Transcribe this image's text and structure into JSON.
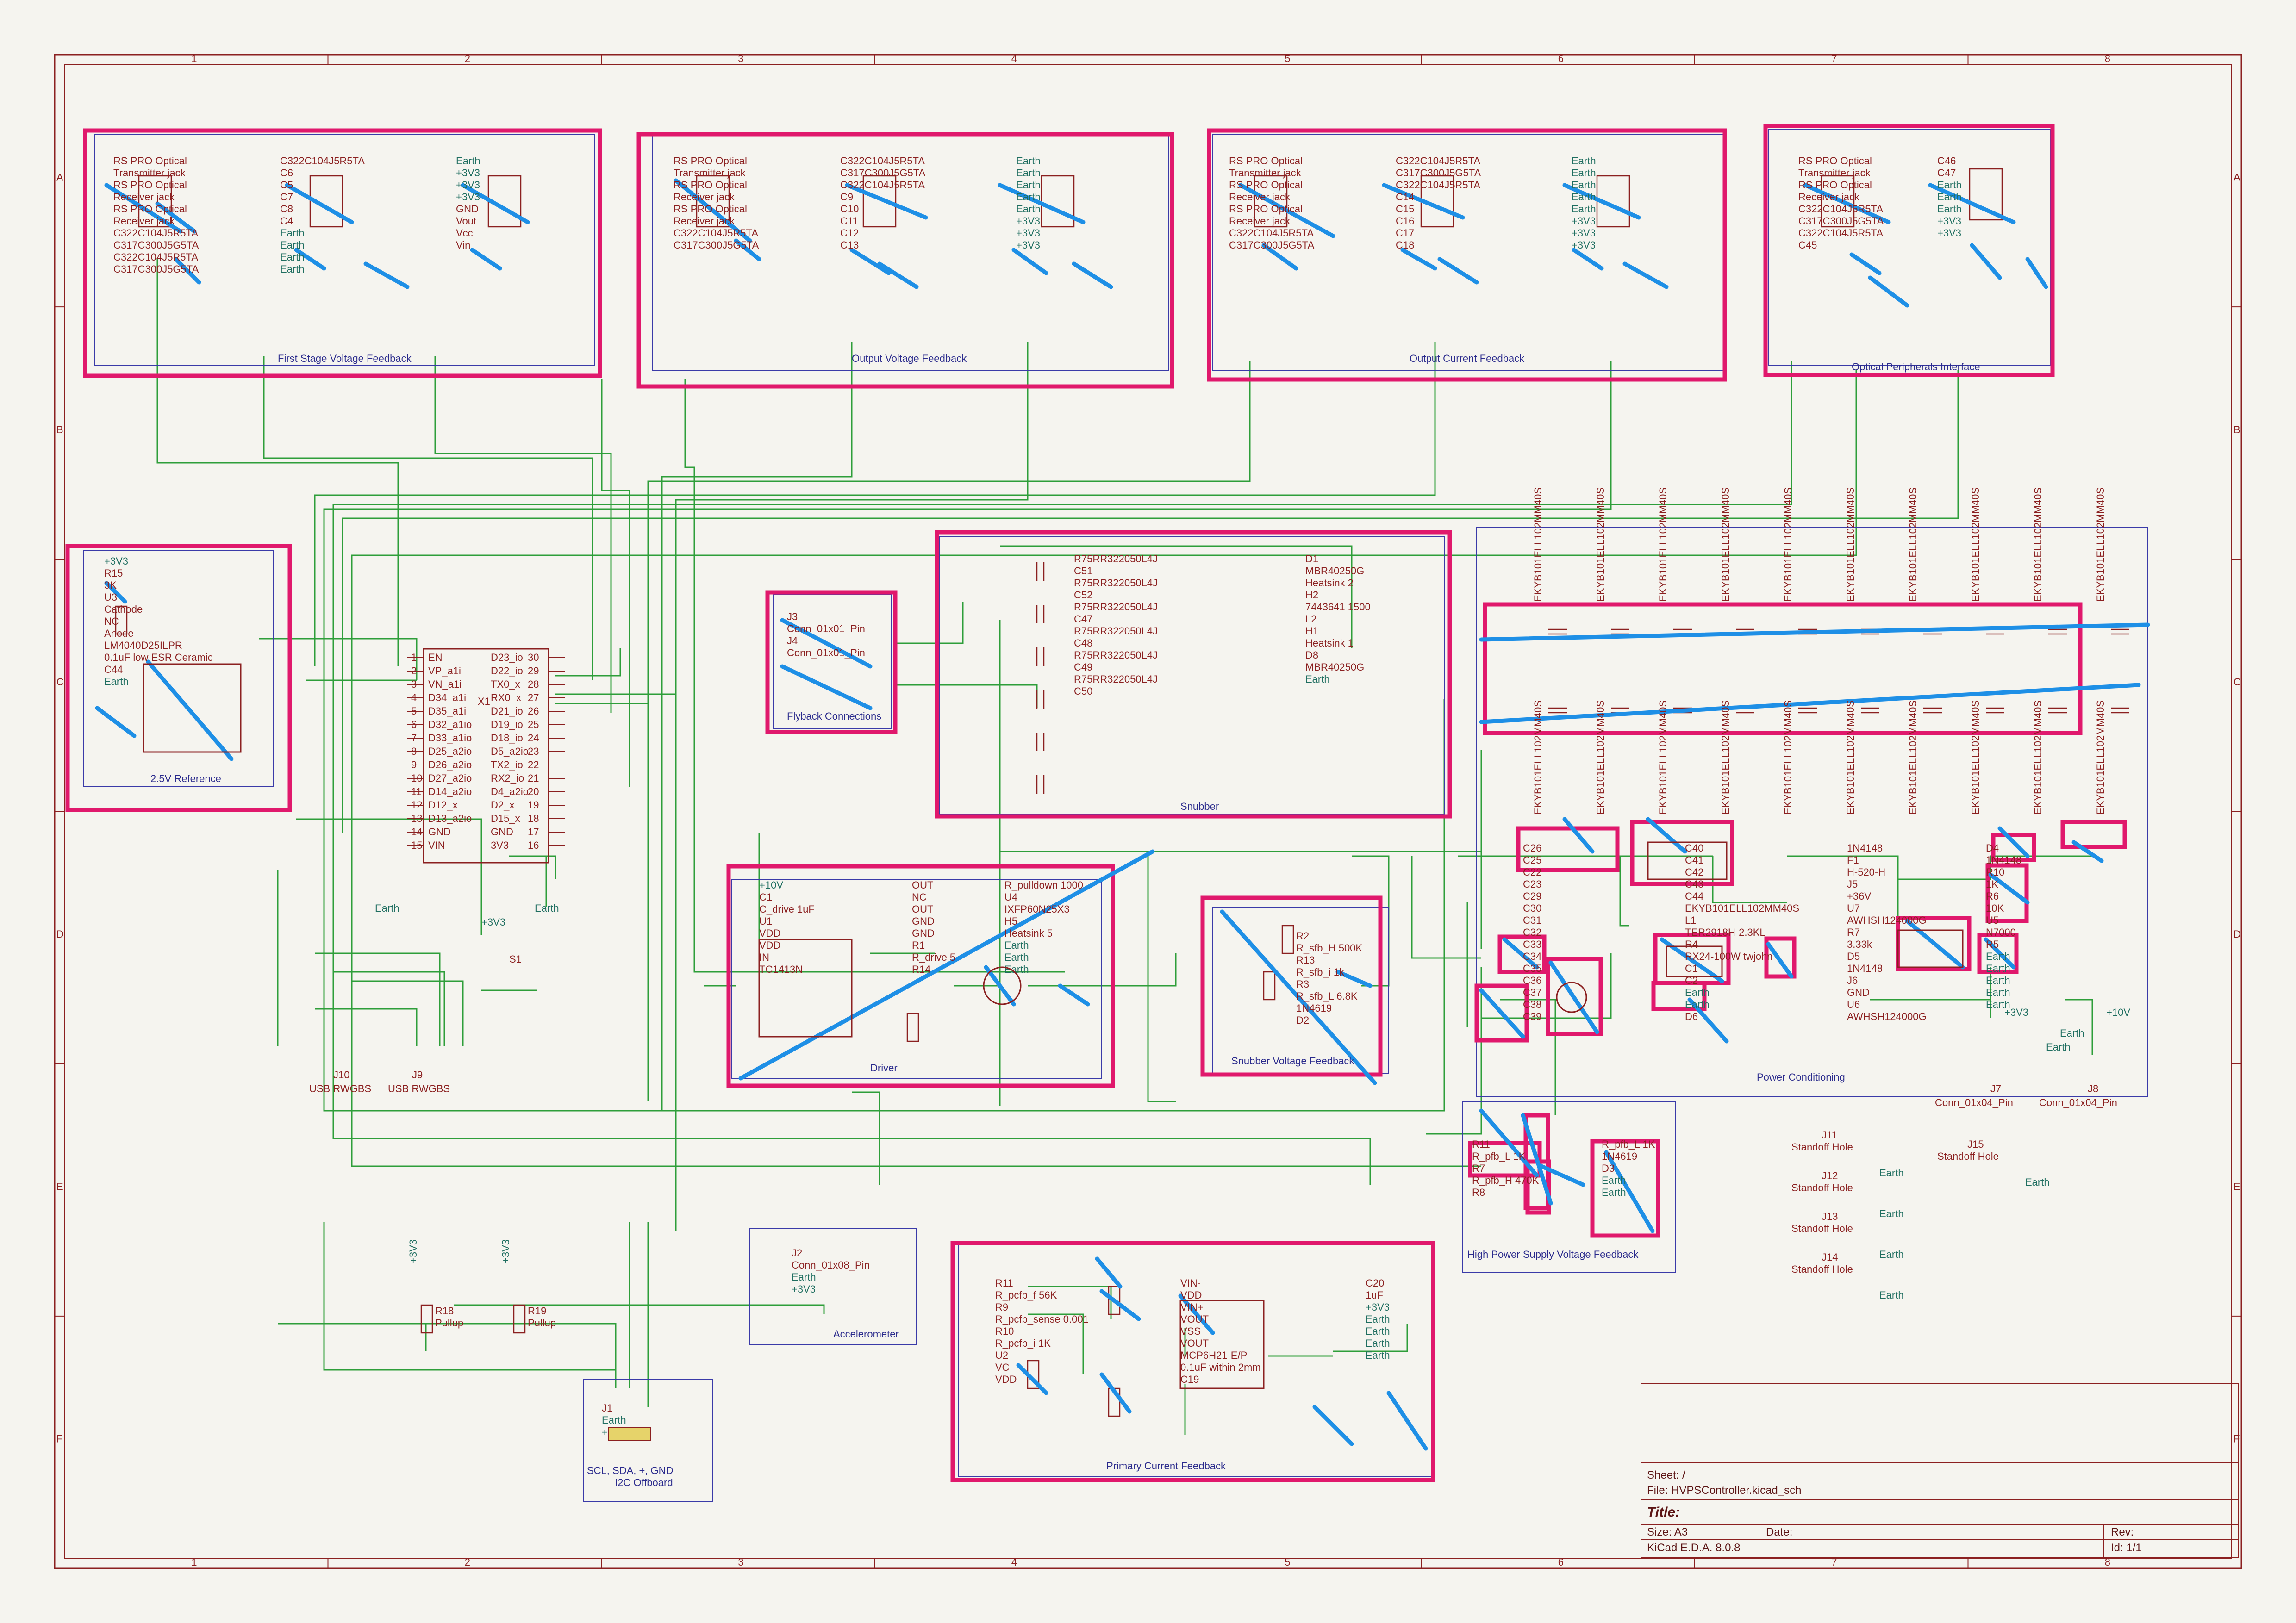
{
  "frame": {
    "columns": [
      "1",
      "2",
      "3",
      "4",
      "5",
      "6",
      "7",
      "8"
    ],
    "rows": [
      "A",
      "B",
      "C",
      "D",
      "E",
      "F"
    ]
  },
  "colors": {
    "background": "#f5f4ef",
    "border": "#8b2020",
    "component": "#8b2020",
    "wire": "#2e9e3a",
    "sheet_box": "#3a3aa8",
    "highlight": "#e0186c",
    "strike": "#1e8fe6"
  },
  "blocks": [
    {
      "id": "fs",
      "caption": "First Stage Voltage Feedback",
      "labels": [
        "RS PRO Optical",
        "Transmitter jack",
        "RS PRO Optical",
        "Receiver jack",
        "RS PRO Optical",
        "Receiver jack",
        "C322C104J5R5TA",
        "C317C300J5G5TA",
        "C322C104J5R5TA",
        "C317C300J5G5TA",
        "C322C104J5R5TA",
        "C6",
        "C5",
        "C7",
        "C8",
        "C4",
        "Earth",
        "Earth",
        "Earth",
        "Earth",
        "Earth",
        "+3V3",
        "+3V3",
        "+3V3",
        "GND",
        "Vout",
        "Vcc",
        "Vin"
      ]
    },
    {
      "id": "ov",
      "caption": "Output Voltage Feedback",
      "labels": [
        "RS PRO Optical",
        "Transmitter jack",
        "RS PRO Optical",
        "Receiver jack",
        "RS PRO Optical",
        "Receiver jack",
        "C322C104J5R5TA",
        "C317C300J5G5TA",
        "C322C104J5R5TA",
        "C317C300J5G5TA",
        "C322C104J5R5TA",
        "C9",
        "C10",
        "C11",
        "C12",
        "C13",
        "Earth",
        "Earth",
        "Earth",
        "Earth",
        "Earth",
        "+3V3",
        "+3V3",
        "+3V3"
      ]
    },
    {
      "id": "oc",
      "caption": "Output Current Feedback",
      "labels": [
        "RS PRO Optical",
        "Transmitter jack",
        "RS PRO Optical",
        "Receiver jack",
        "RS PRO Optical",
        "Receiver jack",
        "C322C104J5R5TA",
        "C317C300J5G5TA",
        "C322C104J5R5TA",
        "C317C300J5G5TA",
        "C322C104J5R5TA",
        "C14",
        "C15",
        "C16",
        "C17",
        "C18",
        "Earth",
        "Earth",
        "Earth",
        "Earth",
        "Earth",
        "+3V3",
        "+3V3",
        "+3V3"
      ]
    },
    {
      "id": "op",
      "caption": "Optical Peripherals Interface",
      "labels": [
        "RS PRO Optical",
        "Transmitter jack",
        "RS PRO Optical",
        "Receiver jack",
        "C322C104J5R5TA",
        "C317C300J5G5TA",
        "C322C104J5R5TA",
        "C45",
        "C46",
        "C47",
        "Earth",
        "Earth",
        "Earth",
        "+3V3",
        "+3V3"
      ]
    },
    {
      "id": "ref",
      "caption": "2.5V Reference",
      "labels": [
        "+3V3",
        "R15",
        "3K",
        "U3",
        "Cathode",
        "NC",
        "Anode",
        "LM4040D25ILPR",
        "0.1uF low ESR Ceramic",
        "C44",
        "Earth"
      ]
    },
    {
      "id": "fly",
      "caption": "Flyback Connections",
      "labels": [
        "J3",
        "Conn_01x01_Pin",
        "J4",
        "Conn_01x01_Pin"
      ]
    },
    {
      "id": "snub",
      "caption": "Snubber",
      "labels": [
        "R75RR322050L4J",
        "C51",
        "R75RR322050L4J",
        "C52",
        "R75RR322050L4J",
        "C47",
        "R75RR322050L4J",
        "C48",
        "R75RR322050L4J",
        "C49",
        "R75RR322050L4J",
        "C50",
        "D1",
        "MBR40250G",
        "Heatsink 2",
        "H2",
        "7443641 1500",
        "L2",
        "H1",
        "Heatsink 1",
        "D8",
        "MBR40250G",
        "Earth"
      ]
    },
    {
      "id": "drv",
      "caption": "Driver",
      "labels": [
        "+10V",
        "C1",
        "C_drive 1uF",
        "U1",
        "VDD",
        "VDD",
        "IN",
        "TC1413N",
        "OUT",
        "NC",
        "OUT",
        "GND",
        "GND",
        "R1",
        "R_drive 5",
        "R14",
        "R_pulldown 1000",
        "U4",
        "IXFP60N25X3",
        "H5",
        "Heatsink 5",
        "Earth",
        "Earth",
        "Earth"
      ]
    },
    {
      "id": "sn",
      "caption": "Snubber Voltage Feedback",
      "labels": [
        "R2",
        "R_sfb_H 500K",
        "R13",
        "R_sfb_i 1k",
        "R3",
        "R_sfb_L 6.8K",
        "1N4619",
        "D2"
      ]
    },
    {
      "id": "pc",
      "caption": "Power Conditioning",
      "labels": [
        "C26",
        "C25",
        "C22",
        "C23",
        "C29",
        "C30",
        "C31",
        "C32",
        "C33",
        "C34",
        "C35",
        "C36",
        "C37",
        "C38",
        "C39",
        "C40",
        "C41",
        "C42",
        "C43",
        "C44",
        "EKYB101ELL102MM40S",
        "L1",
        "TER2918H-2.3KL",
        "R4",
        "RX24-100W twjohn",
        "C1",
        "C2",
        "Earth",
        "Earth",
        "D6",
        "1N4148",
        "F1",
        "H-520-H",
        "J5",
        "+36V",
        "U7",
        "AWHSH124000G",
        "R7",
        "3.33k",
        "D5",
        "1N4148",
        "J6",
        "GND",
        "U6",
        "AWHSH124000G",
        "D4",
        "1N4148",
        "R10",
        "1K",
        "R6",
        "10K",
        "U5",
        "N7000",
        "R5",
        "Earth",
        "Earth",
        "Earth",
        "Earth",
        "Earth"
      ]
    },
    {
      "id": "hp",
      "caption": "High Power Supply Voltage Feedback",
      "labels": [
        "R11",
        "R_pfb_L 1K",
        "R7",
        "R_pfb_H 470K",
        "R8",
        "R_pfb_L 1K",
        "1N4619",
        "D3",
        "Earth",
        "Earth"
      ]
    },
    {
      "id": "pcf",
      "caption": "Primary Current Feedback",
      "labels": [
        "R11",
        "R_pcfb_f 56K",
        "R9",
        "R_pcfb_sense 0.001",
        "R10",
        "R_pcfb_i 1K",
        "U2",
        "VC",
        "VDD",
        "VIN-",
        "VDD",
        "VIN+",
        "VOUT",
        "VSS",
        "VOUT",
        "MCP6H21-E/P",
        "0.1uF within 2mm",
        "C19",
        "C20",
        "1uF",
        "+3V3",
        "Earth",
        "Earth",
        "Earth",
        "Earth"
      ]
    },
    {
      "id": "acc",
      "caption": "Accelerometer",
      "labels": [
        "J2",
        "Conn_01x08_Pin",
        "Earth",
        "+3V3"
      ]
    },
    {
      "id": "i2c",
      "caption": "SCL, SDA, +, GND",
      "caption2": "I2C Offboard",
      "labels": [
        "J1",
        "Earth",
        "+3V3"
      ]
    }
  ],
  "mcu": {
    "ref": "X1",
    "pins_left": [
      "EN",
      "VP_a1i",
      "VN_a1i",
      "D34_a1i",
      "D35_a1i",
      "D32_a1io",
      "D33_a1io",
      "D25_a2io",
      "D26_a2io",
      "D27_a2io",
      "D14_a2io",
      "D12_x",
      "D13_a2io",
      "GND",
      "VIN"
    ],
    "pins_right": [
      "D23_io",
      "D22_io",
      "TX0_x",
      "RX0_x",
      "D21_io",
      "D19_io",
      "D18_io",
      "D5_a2io",
      "TX2_io",
      "RX2_io",
      "D4_a2io",
      "D2_x",
      "D15_x",
      "GND",
      "3V3"
    ],
    "num_left": [
      "1",
      "2",
      "3",
      "4",
      "5",
      "6",
      "7",
      "8",
      "9",
      "10",
      "11",
      "12",
      "13",
      "14",
      "15"
    ],
    "num_right": [
      "30",
      "29",
      "28",
      "27",
      "26",
      "25",
      "24",
      "23",
      "22",
      "21",
      "20",
      "19",
      "18",
      "17",
      "16"
    ]
  },
  "misc": {
    "s1": "S1",
    "s1_supply": "+3V3",
    "j10": "J10",
    "j10_val": "USB RWGBS",
    "j9": "J9",
    "j9_val": "USB RWGBS",
    "r18": "R18",
    "r18_val": "Pullup",
    "r19": "R19",
    "r19_val": "Pullup",
    "plus3v3": "+3V3",
    "earth": "Earth",
    "plus10v": "+10V",
    "j7": "J7",
    "j7_val": "Conn_01x04_Pin",
    "j8": "J8",
    "j8_val": "Conn_01x04_Pin",
    "standoffs": [
      {
        "ref": "J11",
        "val": "Standoff Hole"
      },
      {
        "ref": "J12",
        "val": "Standoff Hole"
      },
      {
        "ref": "J13",
        "val": "Standoff Hole"
      },
      {
        "ref": "J14",
        "val": "Standoff Hole"
      },
      {
        "ref": "J15",
        "val": "Standoff Hole"
      }
    ]
  },
  "title_block": {
    "sheet": "Sheet: /",
    "file": "File: HVPSController.kicad_sch",
    "title": "Title:",
    "size": "Size: A3",
    "date": "Date:",
    "rev": "Rev:",
    "tool": "KiCad E.D.A. 8.0.8",
    "id": "Id: 1/1"
  }
}
